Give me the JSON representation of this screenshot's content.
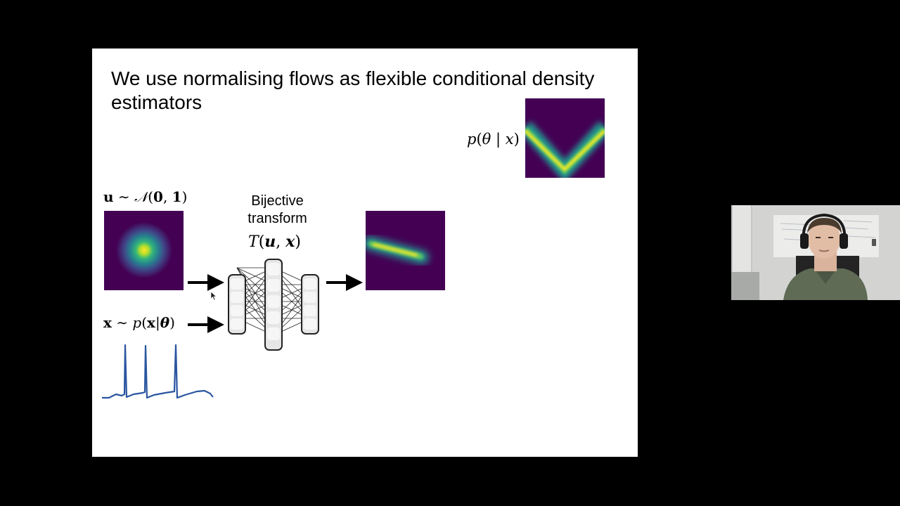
{
  "slide": {
    "title": "We use normalising flows as flexible conditional density estimators",
    "posterior_label": {
      "p": "p",
      "open": "(",
      "theta": "θ",
      "bar": " | ",
      "x": "x",
      "close": ")"
    },
    "base_label": {
      "u": "u",
      "sim": " ∼ ",
      "N": "𝒩",
      "open": "(",
      "zero": "0",
      "comma": ", ",
      "one": "1",
      "close": ")"
    },
    "data_label": {
      "x": "x",
      "sim": " ∼ ",
      "p": "p",
      "open": "(",
      "x2": "x",
      "bar": "|",
      "theta": "θ",
      "close": ")"
    },
    "transform_label": {
      "line1": "Bijective",
      "line2": "transform",
      "T": "T",
      "open": "(",
      "u": "u",
      "comma": ", ",
      "x": "x",
      "close": ")"
    },
    "colors": {
      "viridis_dark": "#440154",
      "viridis_mid": "#21918c",
      "viridis_light": "#fde725",
      "trace": "#2a55a0"
    }
  },
  "webcam": {
    "description_icon": "presenter-video-icon"
  }
}
